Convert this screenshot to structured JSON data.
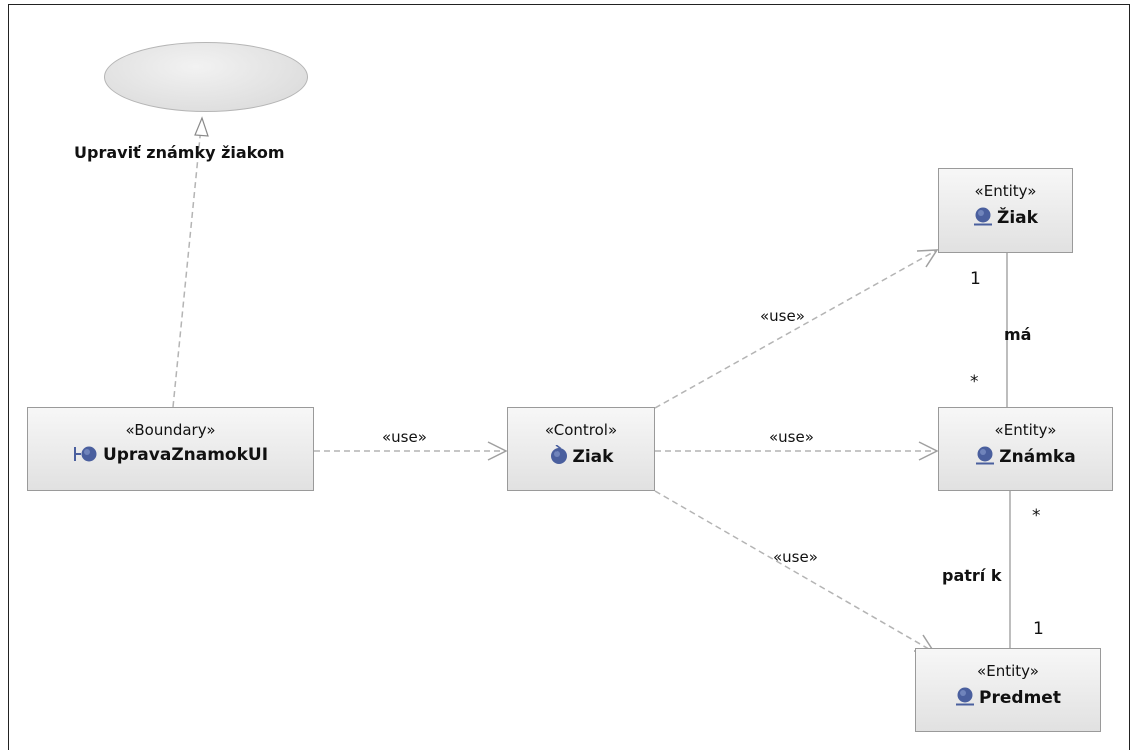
{
  "diagram": {
    "use_case": {
      "name": "Upraviť známky žiakom"
    },
    "boundary": {
      "stereotype": "«Boundary»",
      "name": "UpravaZnamokUI",
      "icon": "boundary-icon"
    },
    "control": {
      "stereotype": "«Control»",
      "name": "Ziak",
      "icon": "control-icon"
    },
    "entities": [
      {
        "stereotype": "«Entity»",
        "name": "Žiak",
        "icon": "entity-icon"
      },
      {
        "stereotype": "«Entity»",
        "name": "Známka",
        "icon": "entity-icon"
      },
      {
        "stereotype": "«Entity»",
        "name": "Predmet",
        "icon": "entity-icon"
      }
    ],
    "dependencies": [
      {
        "label": "«use»"
      },
      {
        "label": "«use»"
      },
      {
        "label": "«use»"
      },
      {
        "label": "«use»"
      }
    ],
    "associations": [
      {
        "name": "má",
        "end_top": "1",
        "end_bottom": "*"
      },
      {
        "name": "patrí k",
        "end_top": "*",
        "end_bottom": "1"
      }
    ],
    "colors": {
      "icon_fill": "#4a5f9e",
      "node_border": "#9a9a9a",
      "dashed_line": "#b4b4b4",
      "solid_line": "#9a9a9a"
    }
  }
}
